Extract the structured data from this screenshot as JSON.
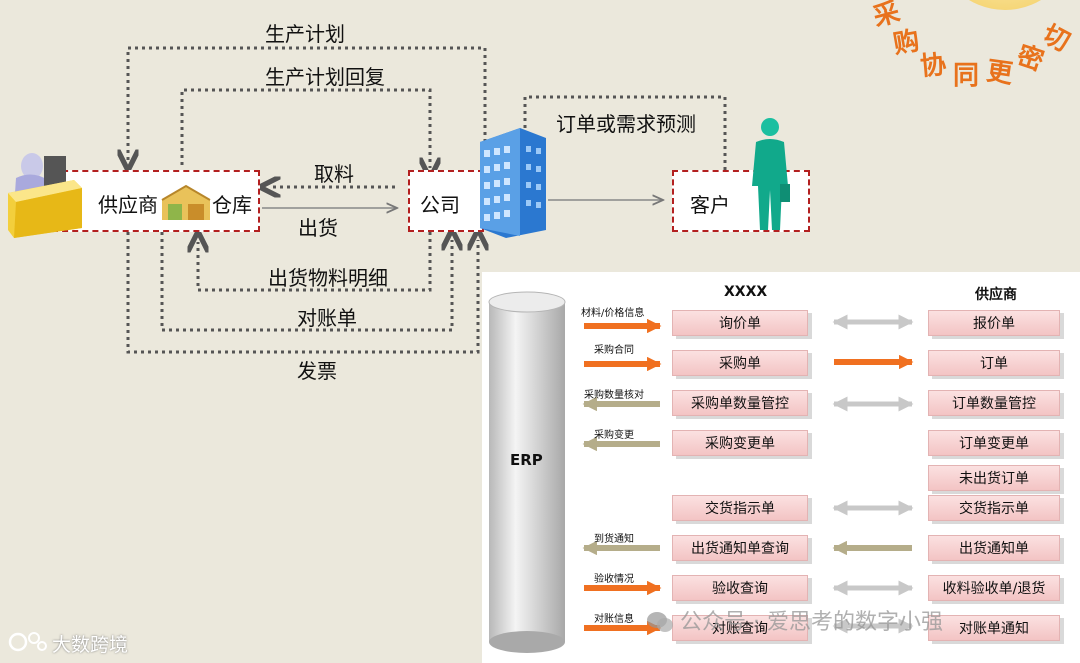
{
  "corner_slogan": [
    "采",
    "购",
    "协",
    "同",
    "更",
    "密",
    "切"
  ],
  "nodes": {
    "supplier": "供应商",
    "warehouse": "仓库",
    "company": "公司",
    "customer": "客户"
  },
  "flows": {
    "plan": "生产计划",
    "plan_reply": "生产计划回复",
    "pick": "取料",
    "ship": "出货",
    "ship_detail": "出货物料明细",
    "statement": "对账单",
    "invoice": "发票",
    "order_forecast": "订单或需求预测"
  },
  "erp": {
    "cylinder": "ERP",
    "col_left": "XXXX",
    "col_right": "供应商",
    "rows": [
      {
        "note": "材料/价格信息",
        "left": "询价单",
        "right": "报价单"
      },
      {
        "note": "采购合同",
        "left": "采购单",
        "right": "订单"
      },
      {
        "note": "采购数量核对",
        "left": "采购单数量管控",
        "right": "订单数量管控"
      },
      {
        "note": "采购变更",
        "left": "采购变更单",
        "right": "订单变更单"
      },
      {
        "note": "",
        "left": "",
        "right": "未出货订单"
      },
      {
        "note": "",
        "left": "交货指示单",
        "right": "交货指示单"
      },
      {
        "note": "到货通知",
        "left": "出货通知单查询",
        "right": "出货通知单"
      },
      {
        "note": "验收情况",
        "left": "验收查询",
        "right": "收料验收单/退货"
      },
      {
        "note": "对账信息",
        "left": "对账查询",
        "right": "对账单通知"
      }
    ]
  },
  "watermarks": {
    "bottom_left": "大数跨境",
    "bottom_center": "公众号 · 爱思考的数字小强"
  },
  "colors": {
    "orange": "#f07020",
    "olive": "#b5ad8a",
    "gray": "#c8c8c8",
    "border_red": "#b32020"
  }
}
